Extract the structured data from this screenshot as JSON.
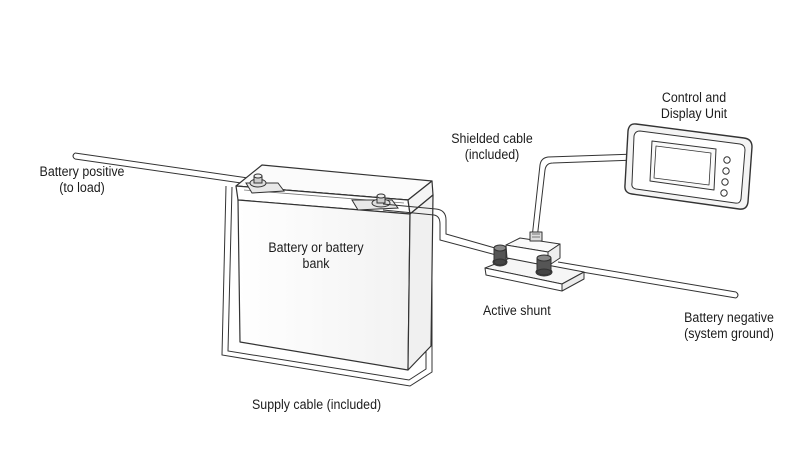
{
  "labels": {
    "battery_positive_1": "Battery positive",
    "battery_positive_2": "(to load)",
    "battery_bank_1": "Battery or battery",
    "battery_bank_2": "bank",
    "shielded_cable_1": "Shielded cable",
    "shielded_cable_2": "(included)",
    "control_unit_1": "Control and",
    "control_unit_2": "Display Unit",
    "active_shunt": "Active shunt",
    "battery_negative_1": "Battery negative",
    "battery_negative_2": "(system ground)",
    "supply_cable": "Supply cable (included)"
  }
}
